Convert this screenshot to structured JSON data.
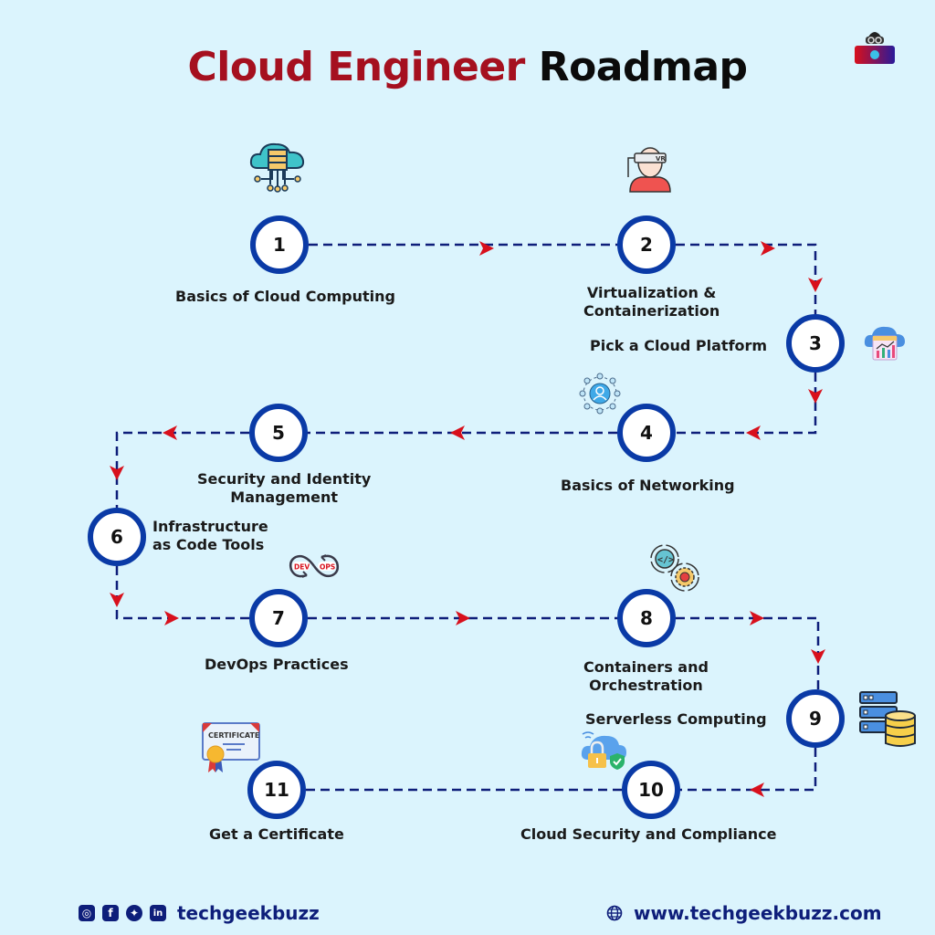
{
  "title": {
    "part1": "Cloud Engineer",
    "part2": "Roadmap"
  },
  "colors": {
    "title_red": "#a5101f",
    "node_border": "#0a3aa6",
    "dash": "#0e1e7a",
    "arrow": "#d8101c",
    "background": "#dbf4fd"
  },
  "steps": [
    {
      "number": "1",
      "label": "Basics of Cloud Computing",
      "icon": "cloud-server-icon"
    },
    {
      "number": "2",
      "label_lines": [
        "Virtualization &",
        "Containerization"
      ],
      "icon": "vr-headset-person-icon"
    },
    {
      "number": "3",
      "label": "Pick a Cloud Platform",
      "icon": "cloud-analytics-icon"
    },
    {
      "number": "4",
      "label": "Basics of Networking",
      "icon": "network-user-icon"
    },
    {
      "number": "5",
      "label_lines": [
        "Security and Identity",
        "Management"
      ]
    },
    {
      "number": "6",
      "label_lines": [
        "Infrastructure",
        "as Code Tools"
      ]
    },
    {
      "number": "7",
      "label": "DevOps Practices",
      "icon": "devops-loop-icon",
      "icon_text": [
        "DEV",
        "OPS"
      ]
    },
    {
      "number": "8",
      "label_lines": [
        "Containers and",
        "Orchestration"
      ],
      "icon": "code-gear-cycle-icon"
    },
    {
      "number": "9",
      "label": "Serverless Computing",
      "icon": "server-database-icon"
    },
    {
      "number": "10",
      "label": "Cloud Security and Compliance",
      "icon": "cloud-lock-shield-icon"
    },
    {
      "number": "11",
      "label": "Get a Certificate",
      "icon": "certificate-icon",
      "icon_text": "CERTIFICATE"
    }
  ],
  "footer": {
    "socials": [
      "instagram-icon",
      "facebook-icon",
      "twitter-icon",
      "linkedin-icon"
    ],
    "brand": "techgeekbuzz",
    "website": "www.techgeekbuzz.com"
  }
}
